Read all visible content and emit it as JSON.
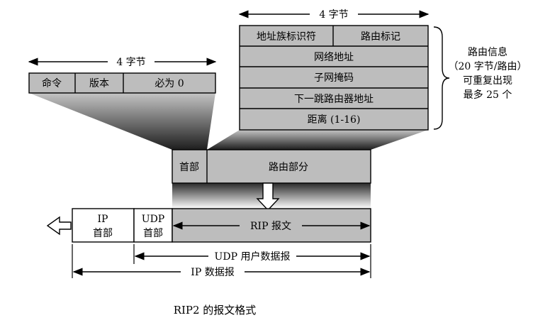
{
  "header": {
    "header_width": "4 字节",
    "fields": [
      "命令",
      "版本",
      "必为 0"
    ]
  },
  "route_entry": {
    "width": "4 字节",
    "row1": [
      "地址族标识符",
      "路由标记"
    ],
    "rows": [
      "网络地址",
      "子网掩码",
      "下一跳路由器地址",
      "距离 (1-16)"
    ],
    "note": [
      "路由信息",
      "（20 字节/路由）",
      "可重复出现",
      "最多 25 个"
    ]
  },
  "rip_message": {
    "header": "首部",
    "routing": "路由部分"
  },
  "packet": {
    "ip_header": [
      "IP",
      "首部"
    ],
    "udp_header": [
      "UDP",
      "首部"
    ],
    "rip_label": "RIP 报文",
    "udp_datagram": "UDP 用户数据报",
    "ip_datagram": "IP 数据报"
  },
  "caption": "RIP2 的报文格式",
  "colors": {
    "gray_fill": "#bdbdbd",
    "line": "#000000"
  }
}
